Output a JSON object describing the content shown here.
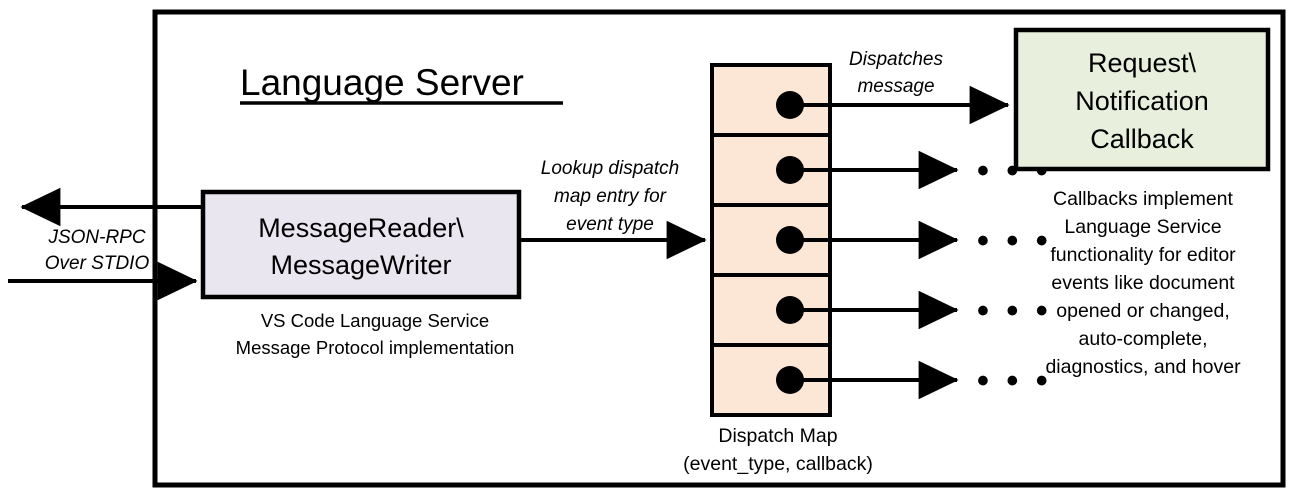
{
  "diagram": {
    "title": "Language Server",
    "io_label": {
      "line1": "JSON-RPC",
      "line2": "Over STDIO"
    },
    "message_box": {
      "line1": "MessageReader\\",
      "line2": "MessageWriter",
      "caption_line1": "VS Code Language Service",
      "caption_line2": "Message Protocol implementation",
      "fill": "#EAE6F0"
    },
    "lookup_label": {
      "line1": "Lookup dispatch",
      "line2": "map entry for",
      "line3": "event type"
    },
    "dispatch_map": {
      "caption_line1": "Dispatch Map",
      "caption_line2": "(event_type, callback)",
      "fill": "#FCE6D5",
      "row_count": 5,
      "rows": [
        {
          "marker": "callback-dot",
          "target": "Request\\Notification Callback"
        },
        {
          "marker": "callback-dot",
          "target": "..."
        },
        {
          "marker": "callback-dot",
          "target": "..."
        },
        {
          "marker": "callback-dot",
          "target": "..."
        },
        {
          "marker": "callback-dot",
          "target": "..."
        }
      ]
    },
    "dispatch_label": {
      "line1": "Dispatches",
      "line2": "message"
    },
    "callback_box": {
      "line1": "Request\\",
      "line2": "Notification",
      "line3": "Callback",
      "fill": "#E8EFDD"
    },
    "callback_description": {
      "line1": "Callbacks implement",
      "line2": "Language Service",
      "line3": "functionality for editor",
      "line4": "events like document",
      "line5": "opened or changed,",
      "line6": "auto-complete,",
      "line7": "diagnostics, and hover"
    },
    "ellipsis": "• • •",
    "colors": {
      "stroke": "#000000",
      "background": "#FFFFFF"
    }
  }
}
